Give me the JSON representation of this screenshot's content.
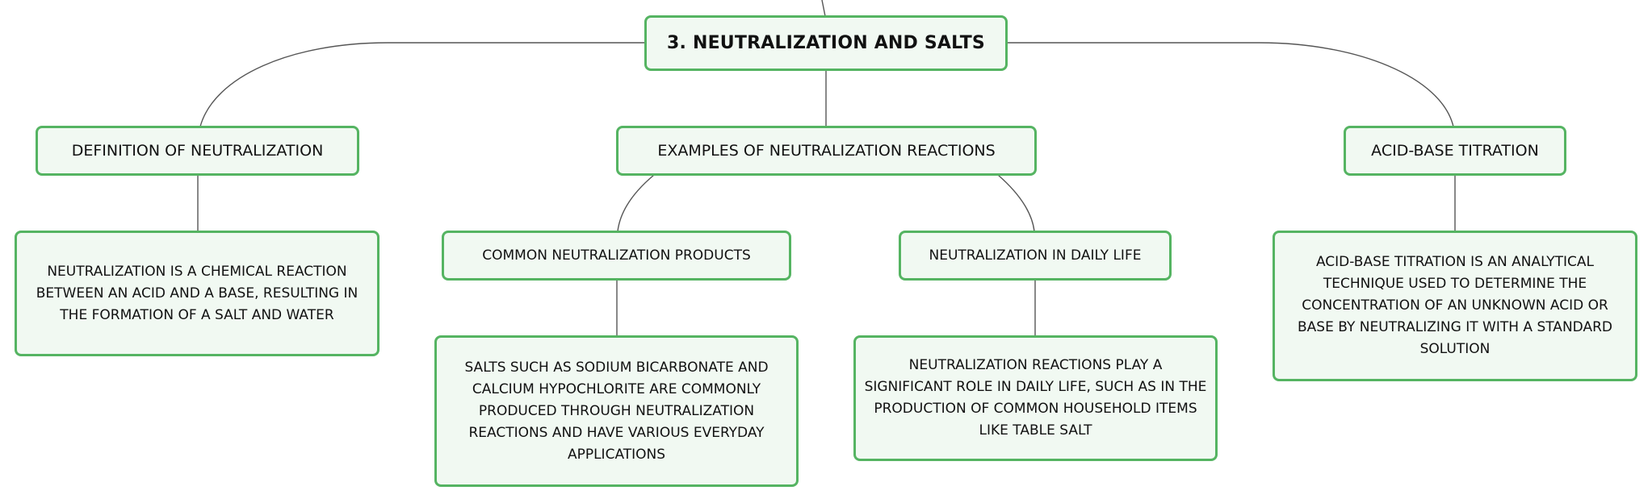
{
  "mindmap": {
    "root": {
      "label": "3. NEUTRALIZATION AND SALTS"
    },
    "definition": {
      "label": "DEFINITION OF NEUTRALIZATION",
      "detail": "NEUTRALIZATION IS A CHEMICAL REACTION BETWEEN AN ACID AND A BASE, RESULTING IN THE FORMATION OF A SALT AND WATER"
    },
    "examples": {
      "label": "EXAMPLES OF NEUTRALIZATION REACTIONS",
      "products": {
        "label": "COMMON NEUTRALIZATION PRODUCTS",
        "detail": "SALTS SUCH AS SODIUM BICARBONATE AND CALCIUM HYPOCHLORITE ARE COMMONLY PRODUCED THROUGH NEUTRALIZATION REACTIONS AND HAVE VARIOUS EVERYDAY APPLICATIONS"
      },
      "daily_life": {
        "label": "NEUTRALIZATION IN DAILY LIFE",
        "detail": "NEUTRALIZATION REACTIONS PLAY A SIGNIFICANT ROLE IN DAILY LIFE, SUCH AS IN THE PRODUCTION OF COMMON HOUSEHOLD ITEMS LIKE TABLE SALT"
      }
    },
    "titration": {
      "label": "ACID-BASE TITRATION",
      "detail": "ACID-BASE TITRATION IS AN ANALYTICAL TECHNIQUE USED TO DETERMINE THE CONCENTRATION OF AN UNKNOWN ACID OR BASE BY NEUTRALIZING IT WITH A STANDARD SOLUTION"
    }
  },
  "colors": {
    "node_border": "#55b462",
    "node_fill": "#f1f9f2",
    "connector": "#555555",
    "text": "#111111"
  }
}
